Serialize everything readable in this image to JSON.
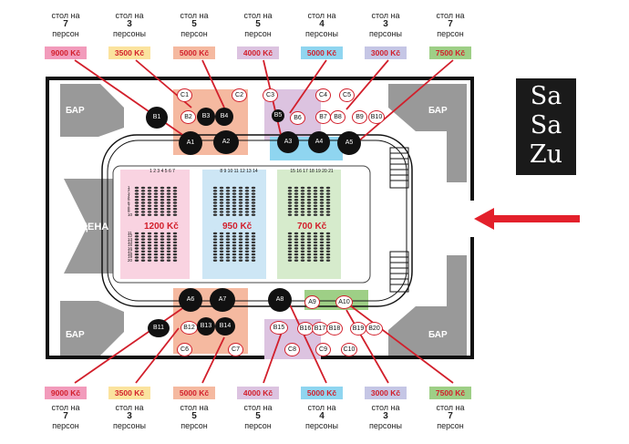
{
  "top_captions": [
    {
      "line1": "стол на",
      "num": "7",
      "line2": "персон",
      "price": "9000 Kč",
      "color": "#f29bbb"
    },
    {
      "line1": "стол на",
      "num": "3",
      "line2": "персоны",
      "price": "3500 Kč",
      "color": "#fbe39e"
    },
    {
      "line1": "стол на",
      "num": "5",
      "line2": "персон",
      "price": "5000 Kč",
      "color": "#f5b9a0"
    },
    {
      "line1": "стол на",
      "num": "5",
      "line2": "персон",
      "price": "4000 Kč",
      "color": "#dcc3e0"
    },
    {
      "line1": "стол на",
      "num": "4",
      "line2": "персоны",
      "price": "5000 Kč",
      "color": "#8fd5f0"
    },
    {
      "line1": "стол на",
      "num": "3",
      "line2": "персоны",
      "price": "3000 Kč",
      "color": "#c5c6e5"
    },
    {
      "line1": "стол на",
      "num": "7",
      "line2": "персон",
      "price": "7500 Kč",
      "color": "#9ecf86"
    }
  ],
  "bottom_captions": [
    {
      "line1": "стол на",
      "num": "7",
      "line2": "персон",
      "price": "9000 Kč",
      "color": "#f29bbb"
    },
    {
      "line1": "стол на",
      "num": "3",
      "line2": "персоны",
      "price": "3500 Kč",
      "color": "#fbe39e"
    },
    {
      "line1": "стол на",
      "num": "5",
      "line2": "персон",
      "price": "5000 Kč",
      "color": "#f5b9a0"
    },
    {
      "line1": "стол на",
      "num": "5",
      "line2": "персон",
      "price": "4000 Kč",
      "color": "#dcc3e0"
    },
    {
      "line1": "стол на",
      "num": "4",
      "line2": "персоны",
      "price": "5000 Kč",
      "color": "#8fd5f0"
    },
    {
      "line1": "стол на",
      "num": "3",
      "line2": "персоны",
      "price": "3000 Kč",
      "color": "#c5c6e5"
    },
    {
      "line1": "стол на",
      "num": "7",
      "line2": "персон",
      "price": "7500 Kč",
      "color": "#9ecf86"
    }
  ],
  "stage_label": "СЦЕНА",
  "bar_label": "БАР",
  "logo": "SaSaZu",
  "zones": [
    {
      "price": "1200 Kč",
      "color": "#f9d3e1",
      "rows_header": "1 2 3 4 5 6 7"
    },
    {
      "price": "950 Kč",
      "color": "#cde6f5",
      "rows_header": "8 9 10 11 12 13 14"
    },
    {
      "price": "700 Kč",
      "color": "#d6ebcc",
      "rows_header": "15 16 17 18 19 20 21"
    }
  ],
  "row_numbers": [
    "1",
    "2",
    "3",
    "4",
    "5",
    "6",
    "7",
    "8",
    "9",
    "10",
    "11",
    "12",
    "13",
    "14",
    "15",
    "16",
    "17",
    "18",
    "19",
    "20"
  ],
  "tables_top": [
    "C1",
    "C2",
    "C3",
    "C4",
    "C5",
    "B1",
    "B2",
    "B3",
    "B4",
    "B5",
    "B6",
    "B7",
    "B8",
    "B9",
    "B10",
    "A1",
    "A2",
    "A3",
    "A4",
    "A5"
  ],
  "tables_bottom": [
    "A6",
    "A7",
    "A8",
    "A9",
    "A10",
    "B11",
    "B12",
    "B13",
    "B14",
    "B15",
    "B16",
    "B17",
    "B18",
    "B19",
    "B20",
    "C6",
    "C7",
    "C8",
    "C9",
    "C10"
  ],
  "arrow_color": "#e3202b"
}
